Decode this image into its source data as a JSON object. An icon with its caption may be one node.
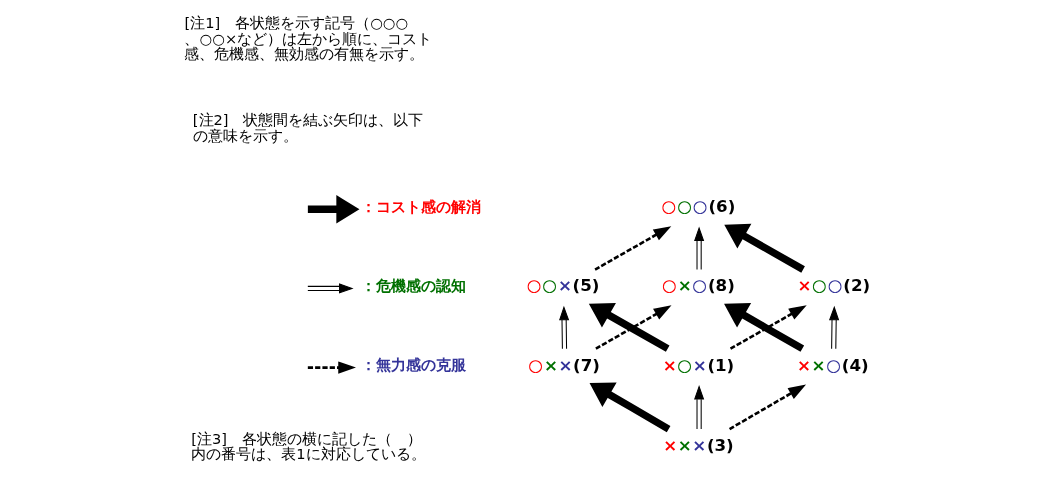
{
  "diagram": {
    "nodes": [
      {
        "text": [
          "○○○(6)"
        ]
      },
      {
        "text": [
          "○○×(5)"
        ]
      },
      {
        "text": [
          "○×○(8)"
        ]
      },
      {
        "text": [
          "×○○(2)"
        ]
      },
      {
        "text": [
          "○××(7)"
        ]
      },
      {
        "text": [
          "×○×(1)"
        ]
      },
      {
        "text": [
          "××○(4)"
        ]
      },
      {
        "text": [
          "×××(3)"
        ]
      }
    ],
    "edges": [
      {
        "from": 1,
        "to": 0,
        "arrow": "to",
        "style": "dashed"
      },
      {
        "from": 2,
        "to": 0,
        "arrow": "to"
      },
      {
        "from": 3,
        "to": 0,
        "arrow": "to",
        "style": "thick"
      },
      {
        "from": 4,
        "to": 1,
        "arrow": "to"
      },
      {
        "from": 5,
        "to": 1,
        "arrow": "to",
        "style": "thick"
      },
      {
        "from": 4,
        "to": 2,
        "arrow": "to",
        "style": "dashed"
      },
      {
        "from": 6,
        "to": 2,
        "arrow": "to",
        "style": "thick"
      },
      {
        "from": 5,
        "to": 3,
        "arrow": "to",
        "style": "dashed"
      },
      {
        "from": 6,
        "to": 3,
        "arrow": "to"
      },
      {
        "from": 7,
        "to": 4,
        "arrow": "to",
        "style": "thick"
      },
      {
        "from": 7,
        "to": 5,
        "arrow": "to"
      },
      {
        "from": 7,
        "to": 6,
        "arrow": "to",
        "style": "dashed"
      }
    ],
    "labels": [
      "[注1]　各状態を示す記号（○○○、○○×など）は左から順に、コスト感、危機感、無効感の有無を示す。",
      "[注2]　状態間を結ぶ矢印は、以下の意味を示す。",
      "[注3]　各状態の横に記した（　）内の番号は、表1に対応している。"
    ],
    "legend": [
      {
        "text": "：コスト感の解消"
      },
      {
        "text": "：危機感の認知"
      },
      {
        "text": "：無力感の克服"
      }
    ]
  }
}
